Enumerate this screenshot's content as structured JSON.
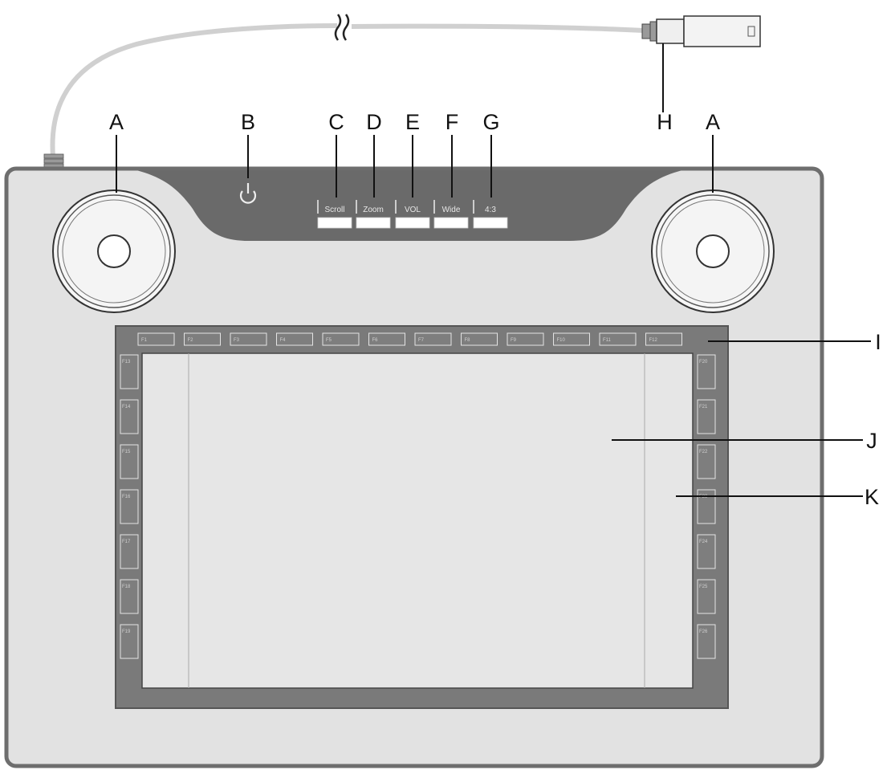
{
  "colors": {
    "tablet_body": "#e2e2e2",
    "tablet_edge": "#6e6e6e",
    "top_bar": "#6a6a6a",
    "frame": "#7a7a7a",
    "drawing_area": "#e6e6e6",
    "cable": "#cfcfcf"
  },
  "callouts": {
    "a_left": "A",
    "b": "B",
    "c": "C",
    "d": "D",
    "e": "E",
    "f": "F",
    "g": "G",
    "h": "H",
    "a_right": "A",
    "i": "I",
    "j": "J",
    "k": "K"
  },
  "top_buttons": [
    "Scroll",
    "Zoom",
    "VOL",
    "Wide",
    "4:3"
  ],
  "icons": {
    "power": "power-icon",
    "cable_break": "cable-break-symbol"
  },
  "function_keys": {
    "top": [
      "F1",
      "F2",
      "F3",
      "F4",
      "F5",
      "F6",
      "F7",
      "F8",
      "F9",
      "F10",
      "F11",
      "F12"
    ],
    "left": [
      "F13",
      "F14",
      "F15",
      "F16",
      "F17",
      "F18",
      "F19"
    ],
    "right": [
      "F20",
      "F21",
      "F22",
      "F23",
      "F24",
      "F25",
      "F26"
    ]
  }
}
